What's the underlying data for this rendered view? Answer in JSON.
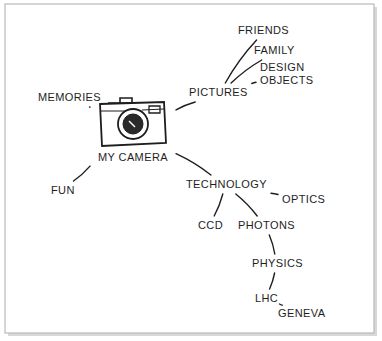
{
  "diagram": {
    "nodes": [
      {
        "text": [
          "FRIENDS"
        ]
      },
      {
        "text": [
          "FAMILY"
        ]
      },
      {
        "text": [
          "MEMORIES"
        ]
      },
      {
        "text": [
          "PICTURES"
        ]
      },
      {
        "text": [
          "DESIGN OBJECTS"
        ]
      },
      {
        "text": [
          "MY CAMERA"
        ]
      },
      {
        "text": [
          "FUN"
        ]
      },
      {
        "text": [
          "TECHNOLOGY"
        ]
      },
      {
        "text": [
          "OPTICS"
        ]
      },
      {
        "text": [
          "CCD"
        ]
      },
      {
        "text": [
          "PHOTONS"
        ]
      },
      {
        "text": [
          "PHYSICS"
        ]
      },
      {
        "text": [
          "LHC"
        ]
      },
      {
        "text": [
          "GENEVA"
        ]
      }
    ],
    "edges": [
      {
        "from": 5,
        "to": 2,
        "arrow": "none"
      },
      {
        "from": 5,
        "to": 3,
        "arrow": "none"
      },
      {
        "from": 5,
        "to": 6,
        "arrow": "none"
      },
      {
        "from": 5,
        "to": 7,
        "arrow": "none"
      },
      {
        "from": 3,
        "to": 0,
        "arrow": "none"
      },
      {
        "from": 3,
        "to": 1,
        "arrow": "none"
      },
      {
        "from": 3,
        "to": 4,
        "arrow": "none"
      },
      {
        "from": 7,
        "to": 8,
        "arrow": "none"
      },
      {
        "from": 7,
        "to": 9,
        "arrow": "none"
      },
      {
        "from": 7,
        "to": 10,
        "arrow": "none"
      },
      {
        "from": 10,
        "to": 11,
        "arrow": "none"
      },
      {
        "from": 11,
        "to": 12,
        "arrow": "none"
      },
      {
        "from": 12,
        "to": 13,
        "arrow": "none"
      }
    ]
  }
}
